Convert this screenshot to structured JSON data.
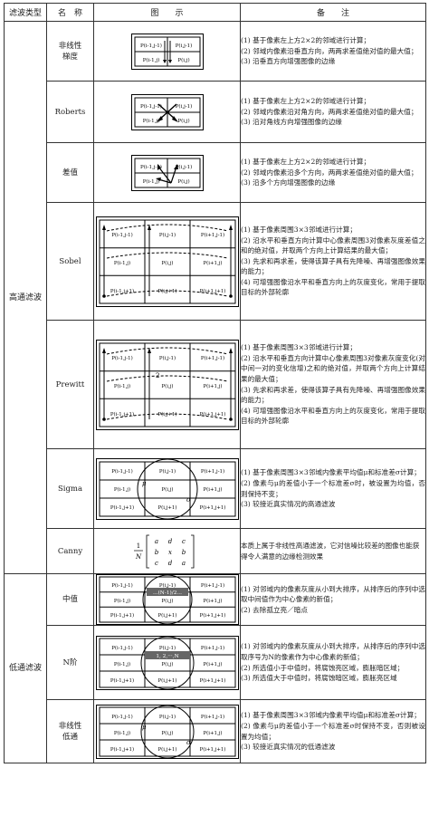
{
  "header": {
    "col1": "滤波类型",
    "col2": "名　称",
    "col3": "图　　示",
    "col4": "备　　注"
  },
  "groups": [
    {
      "label": "高通滤波"
    },
    {
      "label": "低通滤波"
    }
  ],
  "rows": [
    {
      "name": "非线性梯度",
      "cells": [
        "P(i-1,j-1)",
        "P(i,j-1)",
        "P(i-1,j)",
        "P(i,j)"
      ],
      "remarks": [
        "(1) 基于像素左上方2×2的邻域进行计算；",
        "(2) 邻域内像素沿垂直方向，两两求差值绝对值的最大值；",
        "(3) 沿垂直方向增强图像的边缘"
      ]
    },
    {
      "name": "Roberts",
      "cells": [
        "P(i-1,j-1)",
        "P(i,j-1)",
        "P(i-1,j)",
        "P(i,j)"
      ],
      "remarks": [
        "(1) 基于像素左上方2×2的邻域进行计算；",
        "(2) 邻域内像素沿对角方向，两两求差值绝对值的最大值；",
        "(3) 沿对角线方向增强图像的边缘"
      ]
    },
    {
      "name": "差值",
      "cells": [
        "P(i-1,j-1)",
        "P(i,j-1)",
        "P(i-1,j)",
        "P(i,j)"
      ],
      "remarks": [
        "(1) 基于像素左上方2×2的邻域进行计算；",
        "(2) 邻域内像素沿多个方向，两两求差值绝对值的最大值；",
        "(3) 沿多个方向增强图像的边缘"
      ]
    },
    {
      "name": "Sobel",
      "cells": [
        "P(i-1,j-1)",
        "P(i,j-1)",
        "P(i+1,j-1)",
        "P(i-1,j)",
        "P(i,j)",
        "P(i+1,j)",
        "P(i-1,j+1)",
        "P(i,j+1)",
        "P(i+1,j+1)"
      ],
      "remarks": [
        "(1) 基于像素周围3×3邻域进行计算；",
        "(2) 沿水平和垂直方向计算中心像素周围3对像素灰度差值之和的绝对值，并取两个方向上计算结果的最大值；",
        "(3) 先求和再求差，使得该算子具有先降噪、再增强图像效果的能力；",
        "(4) 可增强图像沿水平和垂直方向上的灰度变化，常用于提取目标的外部轮廓"
      ]
    },
    {
      "name": "Prewitt",
      "cells": [
        "P(i-1,j-1)",
        "P(i,j-1)",
        "P(i+1,j-1)",
        "P(i-1,j)",
        "P(i,j)",
        "P(i+1,j)",
        "P(i-1,j+1)",
        "P(i,j+1)",
        "P(i+1,j+1)"
      ],
      "weight": "2",
      "remarks": [
        "(1) 基于像素周围3×3邻域进行计算；",
        "(2) 沿水平和垂直方向计算中心像素周围3对像素灰度变化(对中间一对的变化信增)之和的绝对值，并取两个方向上计算结果的最大值；",
        "(3) 先求和再求差，使得该算子具有先降噪、再增强图像效果的能力；",
        "(4) 可增强图像沿水平和垂直方向上的灰度变化，常用于提取目标的外部轮廓"
      ]
    },
    {
      "name": "Sigma",
      "cells": [
        "P(i-1,j-1)",
        "P(i,j-1)",
        "P(i+1,j-1)",
        "P(i-1,j)",
        "P(i,j)",
        "P(i+1,j)",
        "P(i-1,j+1)",
        "P(i,j+1)",
        "P(i+1,j+1)"
      ],
      "mu": "μ",
      "sigma": "σ",
      "remarks": [
        "(1) 基于像素周围3×3邻域内像素平均值μ和标准差σ计算；",
        "(2) 像素与μ的差值小于一个标准差σ时，被设置为均值，否则保持不变；",
        "(3) 较接近真实情况的高通滤波"
      ]
    },
    {
      "name": "Canny",
      "frac_num": "1",
      "frac_den": "N",
      "matrix": [
        [
          "a",
          "d",
          "c"
        ],
        [
          "b",
          "x",
          "b"
        ],
        [
          "c",
          "d",
          "a"
        ]
      ],
      "remark": "本质上属于非线性高通滤波，它对信噪比较差的图像也能获得令人满意的边缘检测效果"
    },
    {
      "name": "中值",
      "cells": [
        "P(i-1,j-1)",
        "P(i,j-1)",
        "P(i+1,j-1)",
        "P(i-1,j)",
        "P(i,j)",
        "P(i+1,j)",
        "P(i-1,j+1)",
        "P(i,j+1)",
        "P(i+1,j+1)"
      ],
      "badge": "...(N-1)/2...",
      "remarks": [
        "(1) 对邻域内的像素灰度从小到大排序，从排序后的序列中选取中间值作为中心像素的新值；",
        "(2) 去除孤立亮／暗点"
      ]
    },
    {
      "name": "N阶",
      "cells": [
        "P(i-1,j-1)",
        "P(i,j-1)",
        "P(i+1,j-1)",
        "P(i-1,j)",
        "P(i,j)",
        "P(i+1,j)",
        "P(i-1,j+1)",
        "P(i,j+1)",
        "P(i+1,j+1)"
      ],
      "badge": "1, 2,···,N",
      "remarks": [
        "(1) 对邻域内的像素灰度从小到大排序，从排序后的序列中选取序号为N的像素作为中心像素的新值；",
        "(2) 所选值小于中值时，将腐蚀亮区域，膨胀暗区域；",
        "(3) 所选值大于中值时，将腐蚀暗区域，膨胀亮区域"
      ]
    },
    {
      "name": "非线性低通",
      "cells": [
        "P(i-1,j-1)",
        "P(i,j-1)",
        "P(i+1,j-1)",
        "P(i-1,j)",
        "P(i,j)",
        "P(i+1,j)",
        "P(i-1,j+1)",
        "P(i,j+1)",
        "P(i+1,j+1)"
      ],
      "mu": "μ",
      "sigma": "σ",
      "remarks": [
        "(1) 基于像素周围3×3邻域内像素平均值μ和标准差σ计算；",
        "(2) 像素与μ的差值小于一个标准差σ时保持不变，否则被设置为均值；",
        "(3) 较接近真实情况的低通滤波"
      ]
    }
  ]
}
